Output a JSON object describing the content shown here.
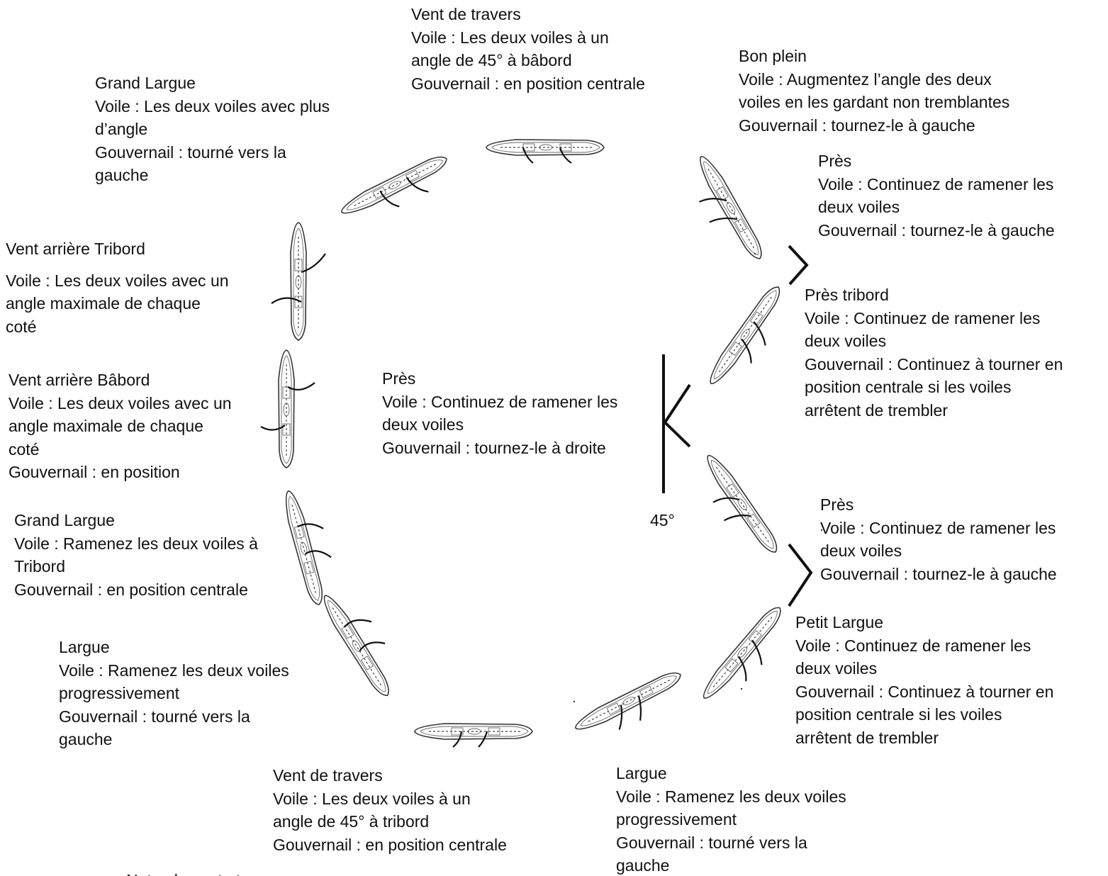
{
  "labels": {
    "vent_travers_babord": [
      "Vent de travers",
      "Voile : Les deux voiles à un",
      "angle de 45° à bâbord",
      "Gouvernail : en position centrale"
    ],
    "bon_plein": [
      "Bon plein",
      "Voile : Augmentez l’angle des deux",
      "voiles en les gardant non tremblantes",
      "Gouvernail : tournez-le à gauche"
    ],
    "grand_largue_top": [
      "Grand Largue",
      "Voile : Les deux voiles avec plus",
      "d’angle",
      "Gouvernail : tourné vers la",
      "gauche"
    ],
    "pres_top_right": [
      "Près",
      "Voile : Continuez de ramener les",
      "deux voiles",
      "Gouvernail : tournez-le à gauche"
    ],
    "vent_arriere_tribord": [
      "Vent arrière Tribord",
      "",
      "Voile : Les deux voiles avec un",
      "angle maximale de chaque",
      "coté"
    ],
    "pres_tribord": [
      "Près tribord",
      "Voile : Continuez de ramener les",
      "deux voiles",
      "Gouvernail : Continuez à tourner en",
      "position centrale si les voiles",
      "arrêtent de trembler"
    ],
    "vent_arriere_babord": [
      "Vent arrière Bâbord",
      "Voile : Les deux voiles avec un",
      "angle maximale de chaque",
      "coté",
      "Gouvernail : en position"
    ],
    "pres_center": [
      "Près",
      "Voile : Continuez de ramener les",
      "deux voiles",
      "Gouvernail : tournez-le à droite"
    ],
    "angle": [
      "45°"
    ],
    "pres_bottom_right": [
      "Près",
      "Voile : Continuez de ramener les",
      "deux voiles",
      "Gouvernail : tournez-le à gauche"
    ],
    "grand_largue_bottom": [
      "Grand Largue",
      "Voile : Ramenez les deux voiles à",
      "Tribord",
      "Gouvernail : en position centrale"
    ],
    "petit_largue": [
      "Petit Largue",
      "Voile : Continuez de ramener les",
      "deux voiles",
      "Gouvernail : Continuez à tourner en",
      "position centrale si les voiles",
      "arrêtent de trembler"
    ],
    "largue_left": [
      "Largue",
      "Voile : Ramenez les deux voiles",
      "progressivement",
      "Gouvernail : tourné vers la",
      "gauche"
    ],
    "vent_travers_tribord": [
      "Vent de travers",
      "Voile : Les deux voiles à un",
      "angle de 45° à tribord",
      "Gouvernail : en position centrale"
    ],
    "largue_bottom": [
      "Largue",
      "Voile : Ramenez les deux voiles",
      "progressivement",
      "Gouvernail : tourné vers la",
      "gauche"
    ],
    "note_partial": [
      "Note : le vent et"
    ]
  },
  "boats": [
    {
      "id": "boat-vent-travers-babord",
      "angle_deg": 0
    },
    {
      "id": "boat-grand-largue-top",
      "angle_deg": -27
    },
    {
      "id": "boat-vent-arriere-tribord",
      "angle_deg": 90
    },
    {
      "id": "boat-vent-arriere-babord",
      "angle_deg": 90
    },
    {
      "id": "boat-grand-largue-bottom",
      "angle_deg": 75
    },
    {
      "id": "boat-largue-left",
      "angle_deg": 58
    },
    {
      "id": "boat-vent-travers-tribord",
      "angle_deg": 0
    },
    {
      "id": "boat-largue-bottom",
      "angle_deg": -27
    },
    {
      "id": "boat-petit-largue",
      "angle_deg": -50
    },
    {
      "id": "boat-pres-bottom-right",
      "angle_deg": 55
    },
    {
      "id": "boat-pres-tribord",
      "angle_deg": -55
    },
    {
      "id": "boat-pres-top-right",
      "angle_deg": 60
    }
  ]
}
